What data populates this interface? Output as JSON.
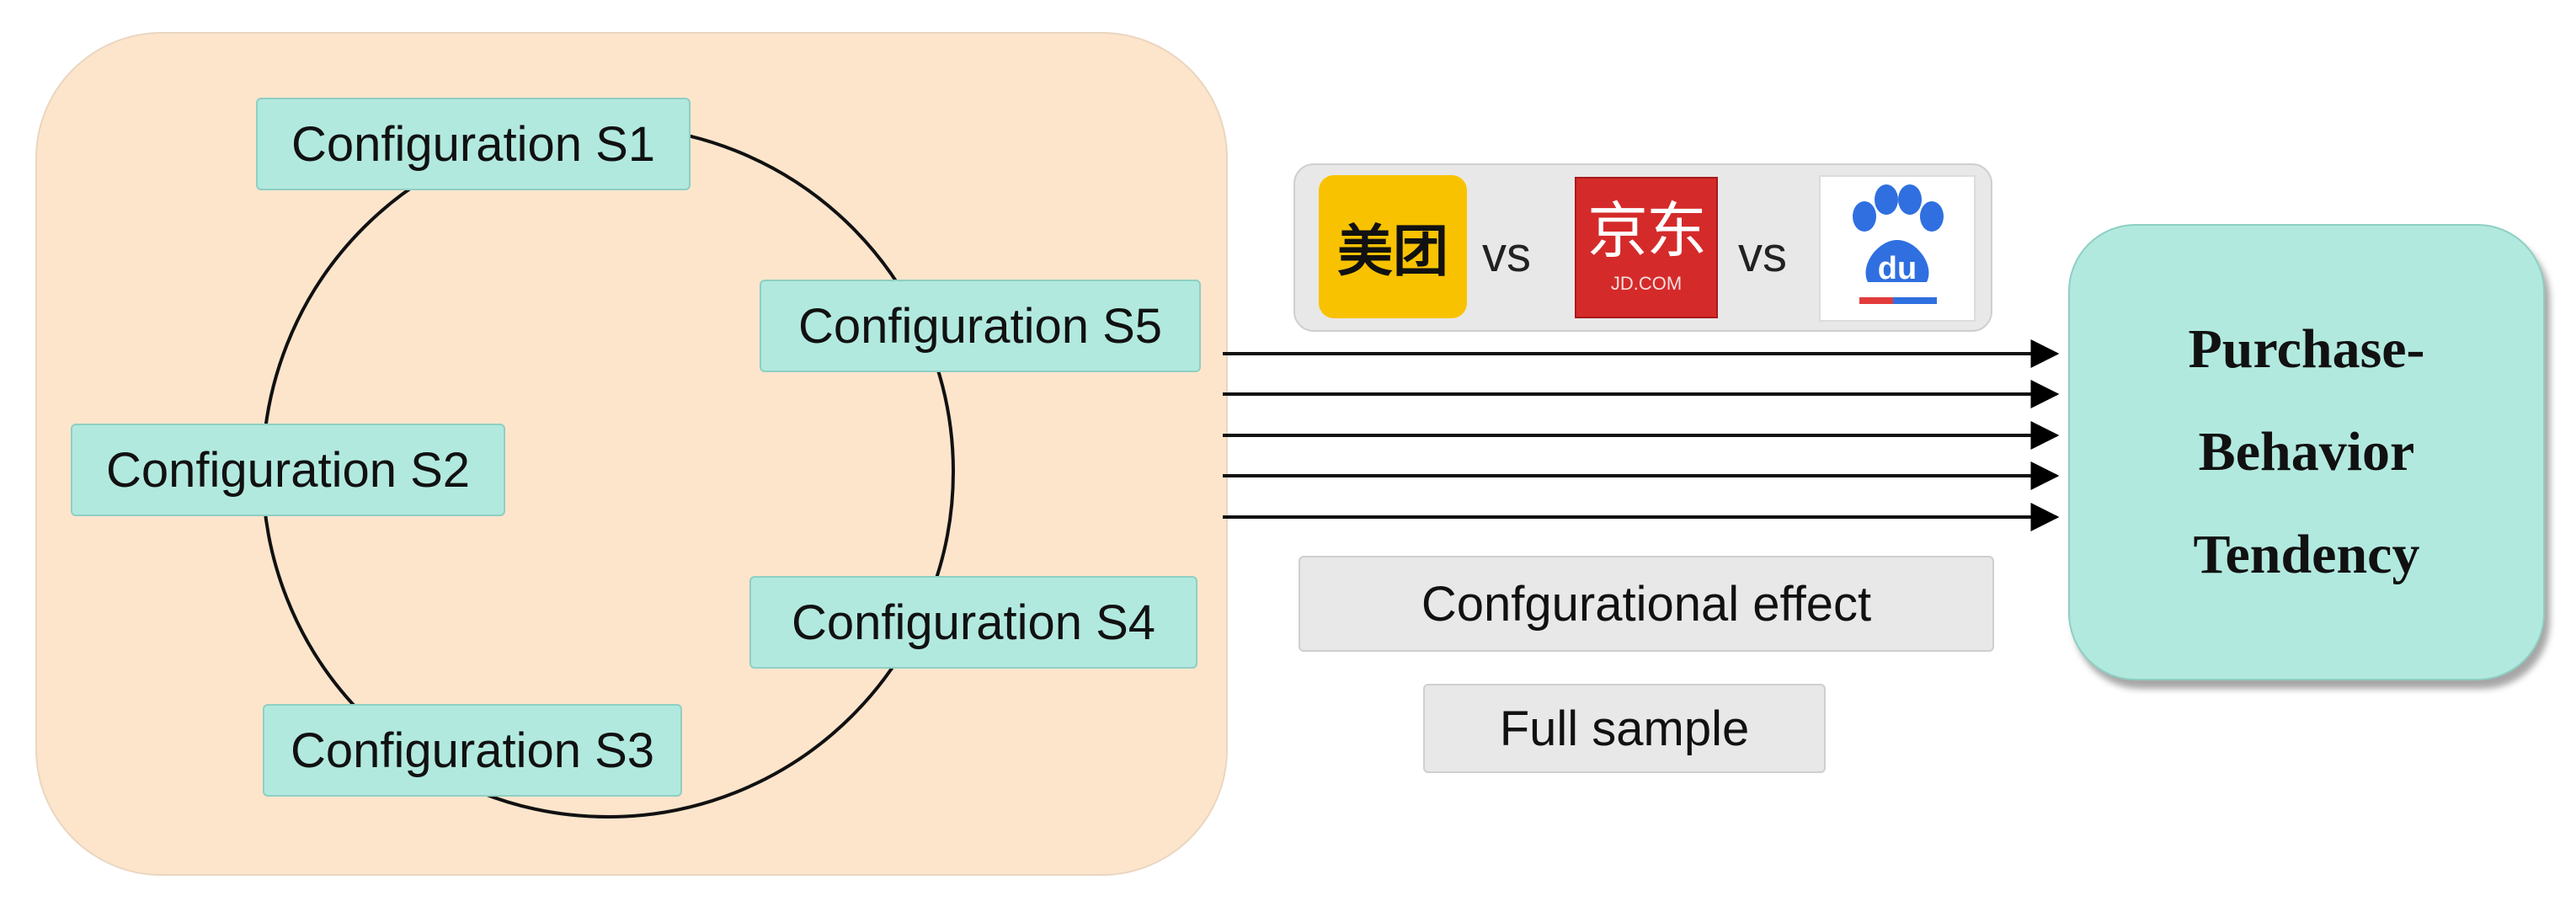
{
  "configurations": {
    "s1": "Configuration S1",
    "s2": "Configuration S2",
    "s3": "Configuration S3",
    "s4": "Configuration S4",
    "s5": "Configuration S5"
  },
  "platforms": {
    "meituan": "美团",
    "jd_cn": "京东",
    "jd_en": "JD.COM",
    "baidu": "du",
    "separator": "vs"
  },
  "labels": {
    "effect": "Confgurational effect",
    "sample": "Full sample"
  },
  "outcome": {
    "lines": [
      "Purchase-",
      "Behavior",
      "Tendency"
    ]
  },
  "colors": {
    "panel": "#fde5cc",
    "config_box": "#b2e9df",
    "outcome_box": "#b2e9df",
    "label_box": "#e8e8e8",
    "meituan": "#f9c200",
    "jd": "#d52a2a",
    "baidu": "#2f6fe0"
  }
}
